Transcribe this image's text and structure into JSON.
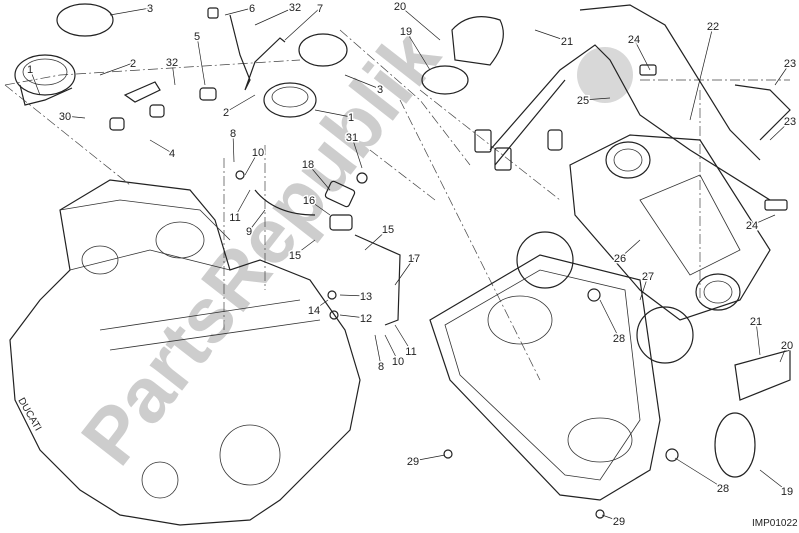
{
  "diagram": {
    "drawing_code": "IMP01022",
    "watermark": "PartsRepublik",
    "engine_brand": "DUCATI",
    "callouts": [
      "1",
      "2",
      "3",
      "32",
      "30",
      "4",
      "5",
      "6",
      "32",
      "7",
      "2",
      "3",
      "1",
      "8",
      "10",
      "11",
      "9",
      "18",
      "16",
      "15",
      "15",
      "31",
      "17",
      "13",
      "14",
      "12",
      "8",
      "10",
      "11",
      "20",
      "19",
      "21",
      "22",
      "24",
      "25",
      "23",
      "23",
      "24",
      "26",
      "27",
      "28",
      "21",
      "20",
      "28",
      "29",
      "19",
      "29"
    ]
  }
}
